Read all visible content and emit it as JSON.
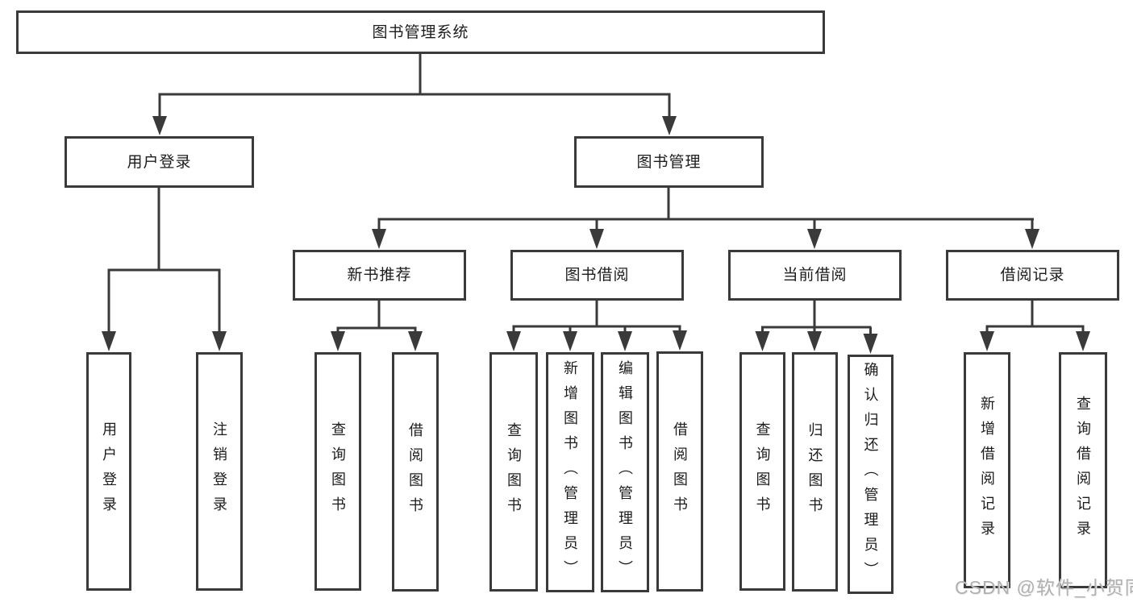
{
  "colors": {
    "line": "#3a3a3a",
    "text": "#1c1c1c",
    "watermark": "#b0b0b0",
    "background": "#ffffff"
  },
  "tree": {
    "root": {
      "label": "图书管理系统"
    },
    "branches": [
      {
        "label": "用户登录",
        "children": [
          {
            "label": "用户登录"
          },
          {
            "label": "注销登录"
          }
        ]
      },
      {
        "label": "图书管理",
        "children": [
          {
            "label": "新书推荐",
            "children": [
              {
                "label": "查询图书"
              },
              {
                "label": "借阅图书"
              }
            ]
          },
          {
            "label": "图书借阅",
            "children": [
              {
                "label": "查询图书"
              },
              {
                "label": "新增图书（管理员）"
              },
              {
                "label": "编辑图书（管理员）"
              },
              {
                "label": "借阅图书"
              }
            ]
          },
          {
            "label": "当前借阅",
            "children": [
              {
                "label": "查询图书"
              },
              {
                "label": "归还图书"
              },
              {
                "label": "确认归还（管理员）"
              }
            ]
          },
          {
            "label": "借阅记录",
            "children": [
              {
                "label": "新增借阅记录"
              },
              {
                "label": "查询借阅记录"
              }
            ]
          }
        ]
      }
    ]
  },
  "watermark": {
    "text": "CSDN @软件_小贺同学"
  }
}
